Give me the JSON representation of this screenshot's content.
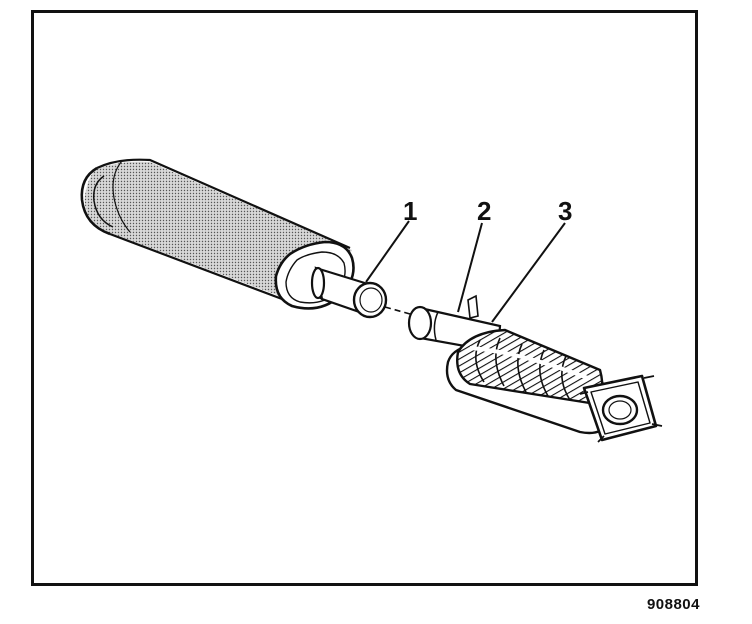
{
  "diagram": {
    "callouts": [
      {
        "id": "1",
        "label": "1"
      },
      {
        "id": "2",
        "label": "2"
      },
      {
        "id": "3",
        "label": "3"
      }
    ],
    "figure_id": "908804",
    "colors": {
      "ink": "#111111",
      "paper": "#ffffff",
      "shade": "#9a9a9a"
    }
  }
}
